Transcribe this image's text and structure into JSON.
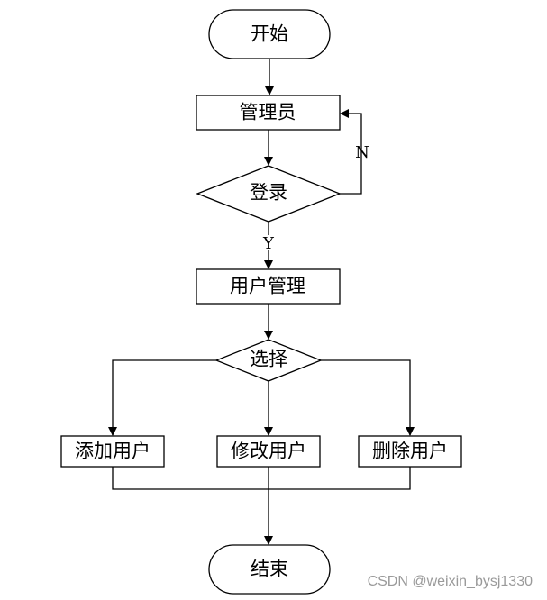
{
  "nodes": {
    "start": "开始",
    "admin": "管理员",
    "login": "登录",
    "user_management": "用户管理",
    "choose": "选择",
    "add_user": "添加用户",
    "edit_user": "修改用户",
    "delete_user": "删除用户",
    "end": "结束"
  },
  "edge_labels": {
    "no": "N",
    "yes": "Y"
  },
  "watermark": "CSDN @weixin_bysj1330"
}
